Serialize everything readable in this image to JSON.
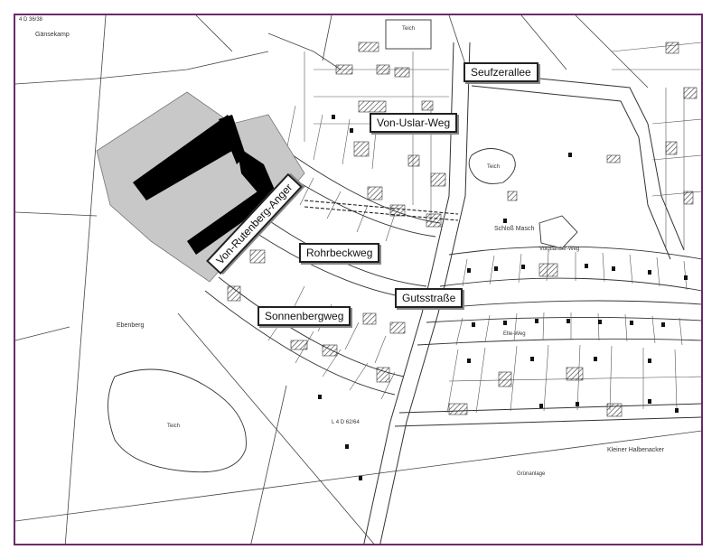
{
  "street_labels": {
    "seufzerallee": "Seufzerallee",
    "von_uslar_weg": "Von-Uslar-Weg",
    "von_rutenberg_anger": "Von-Rutenberg-Anger",
    "rohrbeckweg": "Rohrbeckweg",
    "gutsstrasse": "Gutsstraße",
    "sonnenbergweg": "Sonnenbergweg"
  },
  "map_text": {
    "gaensekamp": "Gänsekamp",
    "ebenberg": "Ebenberg",
    "teich_1": "Teich",
    "teich_2": "Teich",
    "teich_3": "Teich",
    "schloss": "Schloß Masch",
    "kleiner_halbenacker": "Kleiner Halbenacker",
    "gruenanlage": "Grünanlage",
    "elte_weg": "Elte-Weg",
    "voigtlaender_weg": "Voigtländer-Weg",
    "l4d_1": "L 4 D 62/64",
    "ref_top_left": "4 D 36/38"
  },
  "colors": {
    "frame": "#6a2a6a",
    "planned_area": "#c8c8c8",
    "planned_road": "#000000",
    "lines": "#333333"
  }
}
